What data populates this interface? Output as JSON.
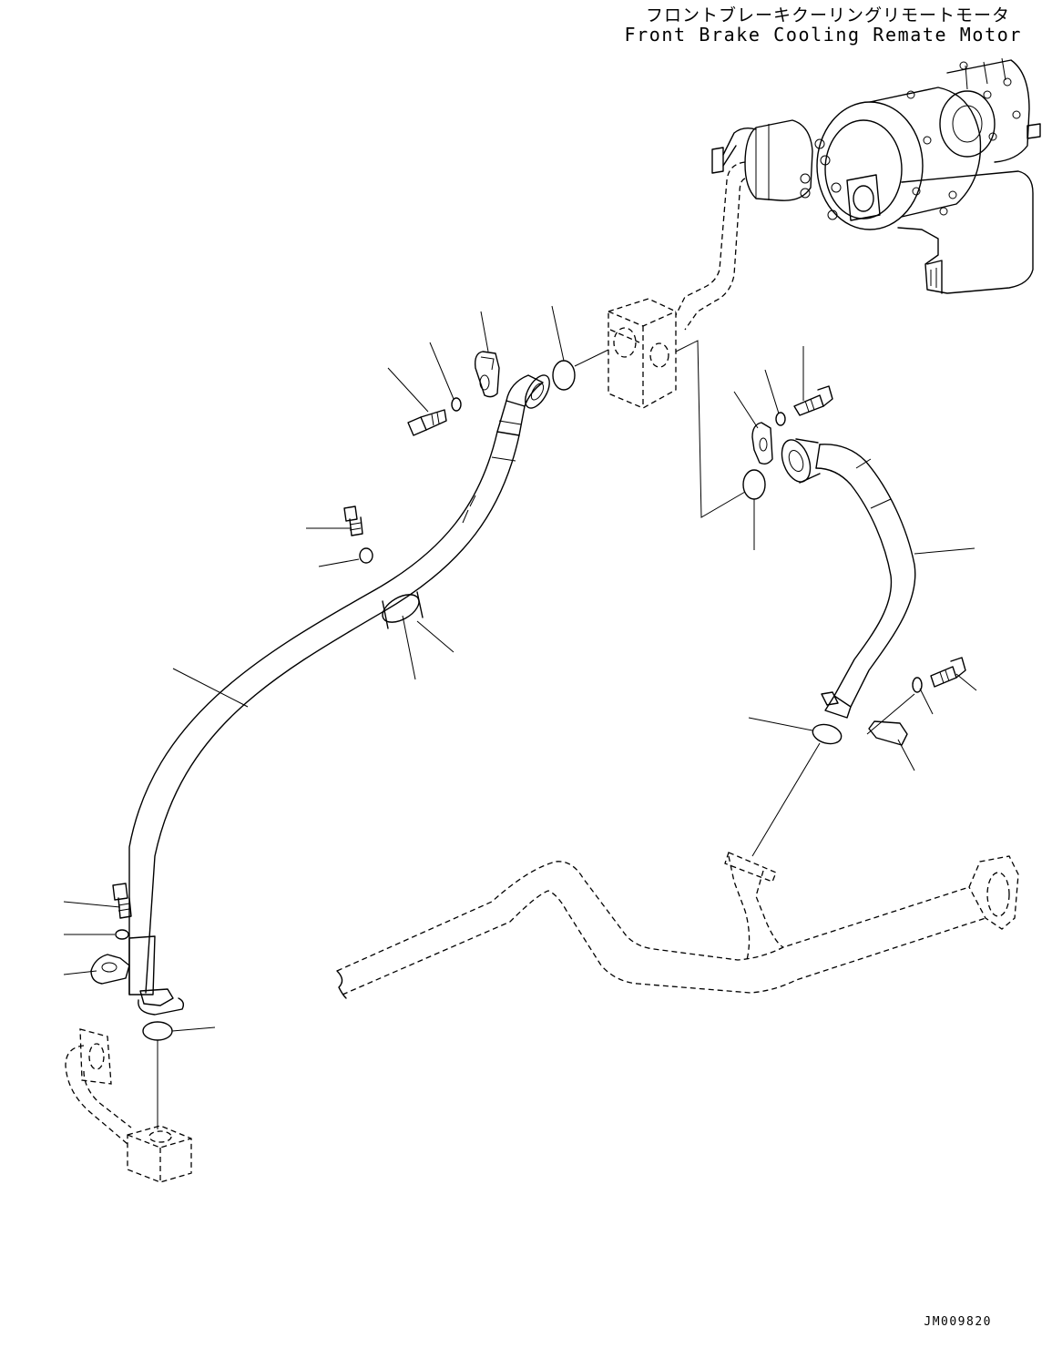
{
  "title": {
    "japanese": "フロントブレーキクーリングリモートモータ",
    "english": "Front Brake Cooling Remate Motor"
  },
  "drawing_number": "JM009820"
}
